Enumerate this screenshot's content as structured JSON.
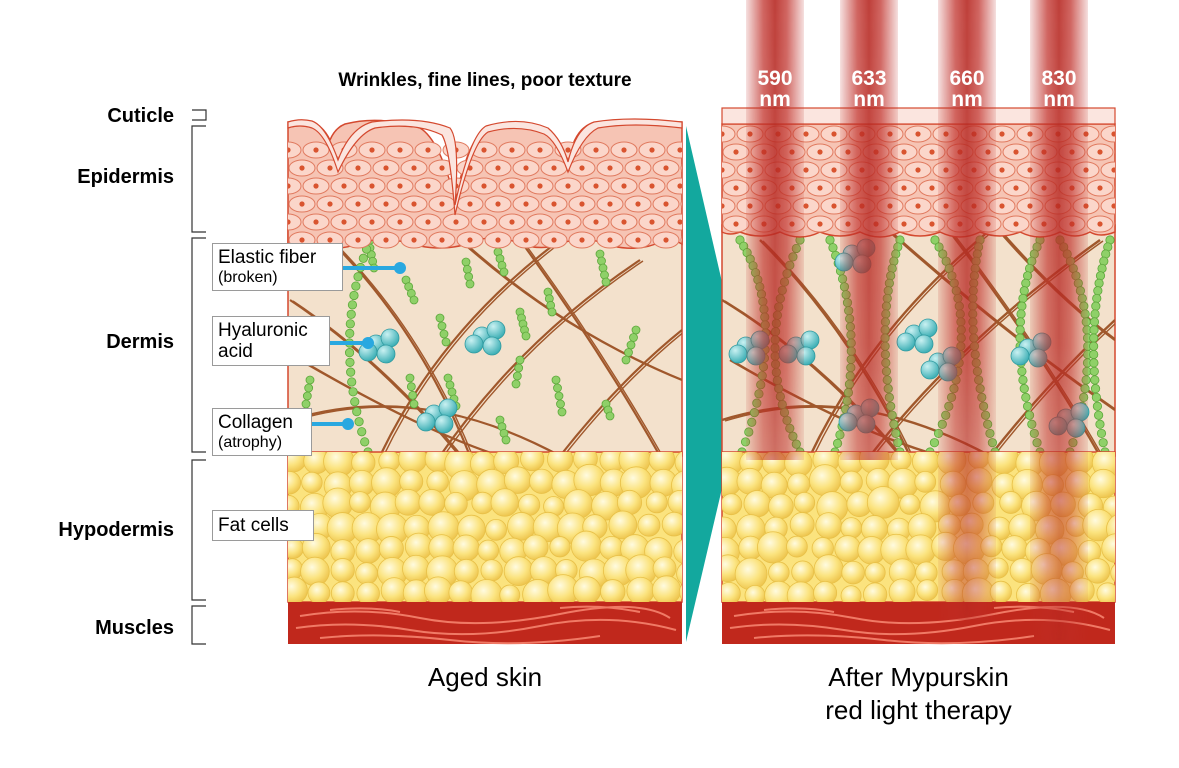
{
  "top_title": "Wrinkles, fine lines, poor texture",
  "layers": {
    "cuticle": "Cuticle",
    "epidermis": "Epidermis",
    "dermis": "Dermis",
    "hypodermis": "Hypodermis",
    "muscles": "Muscles"
  },
  "callouts": {
    "elastic": {
      "label": "Elastic fiber",
      "sub": "(broken)"
    },
    "hyaluronic": {
      "label": "Hyaluronic acid"
    },
    "collagen": {
      "label": "Collagen",
      "sub": "(atrophy)"
    },
    "fat": {
      "label": "Fat cells"
    }
  },
  "wavelengths": [
    {
      "value": "590",
      "unit": "nm"
    },
    {
      "value": "633",
      "unit": "nm"
    },
    {
      "value": "660",
      "unit": "nm"
    },
    {
      "value": "830",
      "unit": "nm"
    }
  ],
  "captions": {
    "aged": "Aged skin",
    "after_line1": "After Mypurskin",
    "after_line2": "red light therapy"
  },
  "colors": {
    "epidermis": "#f6c4b4",
    "dermis": "#f3e1cc",
    "fat": "#fbe37e",
    "muscle": "#c0281c",
    "collagen": "#a0582c",
    "elastic": "#8fd068",
    "hyaluronic": "#5cc3c8",
    "arrow": "#13a89e",
    "beam": "#c0302a"
  }
}
